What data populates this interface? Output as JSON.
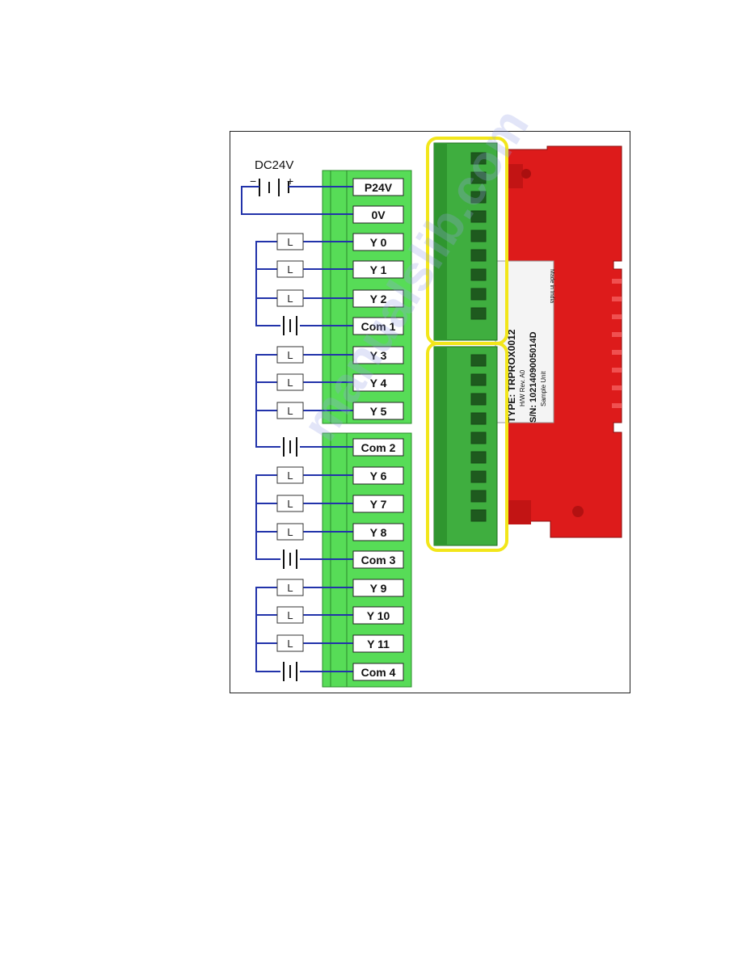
{
  "diagram": {
    "supply_label": "DC24V",
    "minus_sign": "−",
    "plus_sign": "+",
    "terminals": [
      "P24V",
      "0V",
      "Y 0",
      "Y 1",
      "Y 2",
      "Com 1",
      "Y 3",
      "Y 4",
      "Y 5",
      "Com 2",
      "Y 6",
      "Y 7",
      "Y 8",
      "Com 3",
      "Y 9",
      "Y 10",
      "Y 11",
      "Com 4"
    ],
    "load_label": "L"
  },
  "device": {
    "label_lines": [
      "Made in India",
      "TYPE: TRPROX0012",
      "H/W Rev. A0",
      "S/N: 1021409005014D",
      "Sample Unit"
    ],
    "body_color": "#e01818",
    "connector_color": "#3fae3f",
    "highlight_color": "#f2e61a"
  },
  "watermark": "manualslib.com"
}
